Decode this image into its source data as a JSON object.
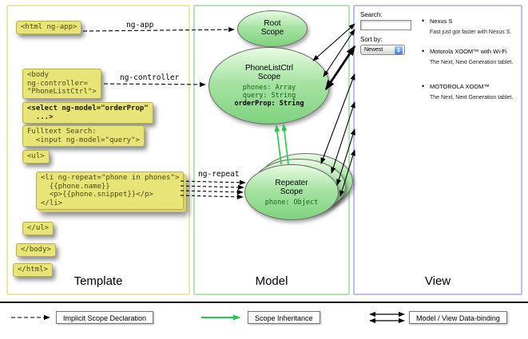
{
  "columns": {
    "template": {
      "label": "Template"
    },
    "model": {
      "label": "Model"
    },
    "view": {
      "label": "View"
    }
  },
  "template": {
    "snippets": {
      "html_open": "<html ng-app>",
      "body_open": "<body\nng-controller=\n\"PhoneListCtrl\">",
      "select": "<select ng-model=\"orderProp\"\n  ...>",
      "fulltext": "Fulltext Search:\n  <input ng-model=\"query\">",
      "ul_open": "<ul>",
      "li_repeat": "<li ng-repeat=\"phone in phones\">\n  {{phone.name}}\n  <p>{{phone.snippet}}</p>\n</li>",
      "ul_close": "</ul>",
      "body_close": "</body>",
      "html_close": "</html>"
    },
    "arrow_labels": {
      "ng_app": "ng-app",
      "ng_controller": "ng-controller",
      "ng_repeat": "ng-repeat"
    }
  },
  "model": {
    "root_scope": {
      "title": "Root\nScope"
    },
    "phonelist_scope": {
      "title": "PhoneListCtrl\nScope",
      "prop1": "phones: Array",
      "prop2": "query: String",
      "prop3": "orderProp: String"
    },
    "repeater_scope": {
      "title": "Repeater\nScope",
      "prop1": "phone: Object"
    }
  },
  "view": {
    "search_label": "Search:",
    "sort_label": "Sort by:",
    "sort_value": "Newest",
    "items": [
      {
        "name": "Nexus S",
        "desc": "Fast just got faster with Nexus S."
      },
      {
        "name": "Motorola XOOM™ with Wi-Fi",
        "desc": "The Next, Next Generation tablet."
      },
      {
        "name": "MOTOROLA XOOM™",
        "desc": "The Next, Next Generation tablet."
      }
    ]
  },
  "legend": {
    "implicit": "Implicit Scope Declaration",
    "inheritance": "Scope Inheritance",
    "binding": "Model / View Data-binding"
  },
  "colors": {
    "code_box_bg": "#e9e478",
    "scope_green": "#7fd37f",
    "inheritance_green": "#1ecb4f",
    "template_border": "#ece9a8",
    "model_border": "#b4e6b4",
    "view_border": "#bdbde8"
  }
}
